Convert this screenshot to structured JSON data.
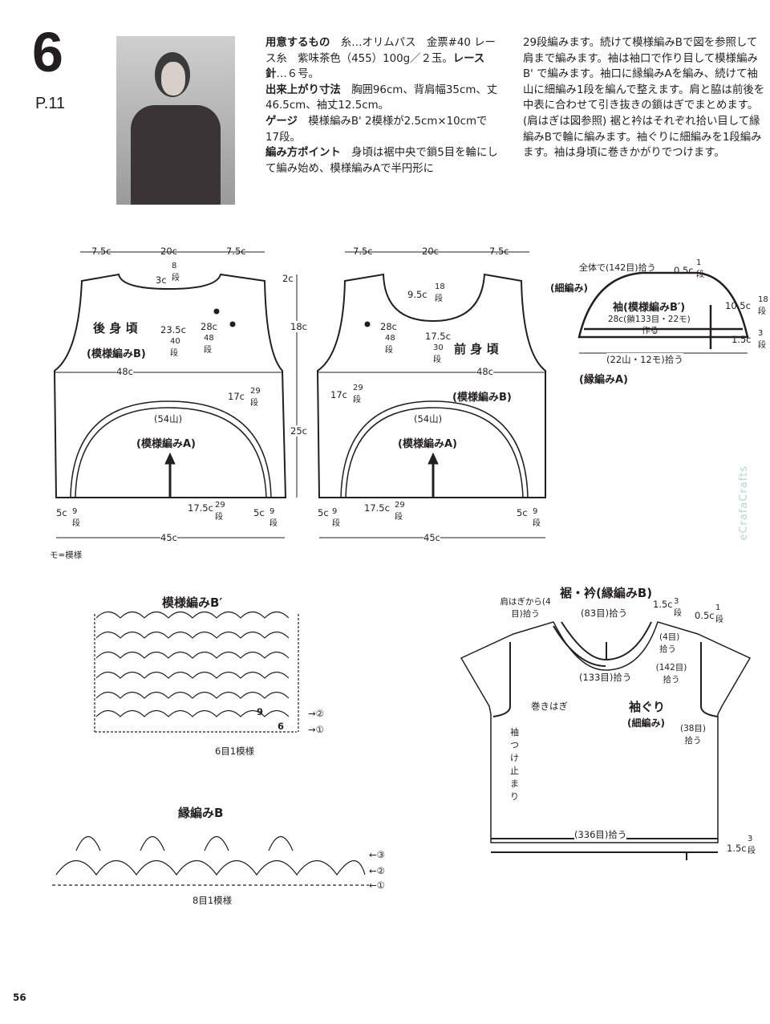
{
  "header": {
    "number": "6",
    "page_ref": "P.11"
  },
  "instructions": {
    "materials_label": "用意するもの",
    "materials_text": "糸…オリムパス　金票#40 レース糸　紫味茶色（455）100g／２玉。",
    "hook_label": "レース針",
    "hook_text": "…６号。",
    "size_label": "出来上がり寸法",
    "size_text": "胸囲96cm、背肩幅35cm、丈46.5cm、袖丈12.5cm。",
    "gauge_label": "ゲージ",
    "gauge_text": "模様編みB' 2模様が2.5cm×10cmで17段。",
    "method_label": "編み方ポイント",
    "method_text_1": "身頃は裾中央で鎖5目を輪にして編み始め、模様編みAで半円形に",
    "method_text_2": "29段編みます。続けて模様編みBで図を参照して肩まで編みます。袖は袖口で作り目して模様編みB' で編みます。袖口に縁編みAを編み、続けて袖山に細編み1段を編んで整えます。肩と脇は前後を中表に合わせて引き抜きの鎖はぎでまとめます。(肩はぎは図参照) 裾と衿はそれぞれ拾い目して縁編みBで輪に編みます。袖ぐりに細編みを1段編みます。袖は身頃に巻きかがりでつけます。"
  },
  "back": {
    "title": "後 身 頃",
    "pattern": "(模様編みB)",
    "pattern_a": "(模様編みA)",
    "top_left": "7.5c",
    "top_mid": "20c",
    "top_right": "7.5c",
    "neck": "3c",
    "neck_rows": "8段",
    "left_line": "23.5c",
    "left_rows": "40段",
    "mid_line": "28c",
    "mid_rows": "48段",
    "width": "48c",
    "side": "17c",
    "side_rows": "29段",
    "arc": "(54山)",
    "radius": "17.5c",
    "radius_rows": "29段",
    "corner_l": "5c",
    "corner_l_rows": "9段",
    "corner_r": "5c",
    "corner_r_rows": "9段",
    "bottom": "45c",
    "shoulder_h": "2c",
    "armhole_h": "18c",
    "body_h": "25c",
    "note": "モ=模様"
  },
  "front": {
    "title": "前 身 頃",
    "pattern": "(模様編みB)",
    "pattern_a": "(模様編みA)",
    "top_left": "7.5c",
    "top_mid": "20c",
    "top_right": "7.5c",
    "neck": "9.5c",
    "neck_rows": "18段",
    "mid_line": "28c",
    "mid_rows": "48段",
    "right_line": "17.5c",
    "right_rows": "30段",
    "width": "48c",
    "side": "17c",
    "side_rows": "29段",
    "arc": "(54山)",
    "radius": "17.5c",
    "radius_rows": "29段",
    "corner_l": "5c",
    "corner_l_rows": "9段",
    "corner_r": "5c",
    "corner_r_rows": "9段",
    "bottom": "45c"
  },
  "sleeve": {
    "pickup_top": "全体で(142目)拾う",
    "edge_top": "0.5c",
    "edge_top_rows": "1段",
    "sc": "(細編み)",
    "title": "袖(模様編みB′)",
    "chain": "28c(鎖133目・22モ)",
    "make": "作る",
    "height": "10.5c",
    "height_rows": "18段",
    "cuff": "1.5c",
    "cuff_rows": "3段",
    "pickup_bottom": "(22山・12モ)拾う",
    "edging_a": "(縁編みA)"
  },
  "chart_b_prime": {
    "title": "模様編みB′",
    "repeat": "6目1模様",
    "row_9": "9",
    "row_6": "6",
    "arrow_2": "→②",
    "arrow_1": "→①"
  },
  "chart_edging_b": {
    "title": "縁編みB",
    "repeat": "8目1模様",
    "arrow_3": "←③",
    "arrow_2": "←②",
    "arrow_1": "←①"
  },
  "assembly": {
    "title": "裾・衿(縁編みB)",
    "shoulder_pickup": "肩はぎから(4目)拾う",
    "neck_top": "(83目)拾う",
    "neck_edge": "1.5c",
    "neck_edge_rows": "3段",
    "armhole_edge": "0.5c",
    "armhole_edge_rows": "1段",
    "four": "(4目)拾う",
    "neck_bottom": "(133目)拾う",
    "armhole_pickup": "(142目)拾う",
    "whip": "巻きはぎ",
    "sleeve_stop": "袖つけ止まり",
    "armhole_title": "袖ぐり",
    "armhole_sc": "(細編み)",
    "under": "(38目)拾う",
    "hem": "(336目)拾う",
    "hem_edge": "1.5c",
    "hem_rows": "3段"
  },
  "footer": {
    "page": "56",
    "watermark": "eCrafaCrafts"
  }
}
